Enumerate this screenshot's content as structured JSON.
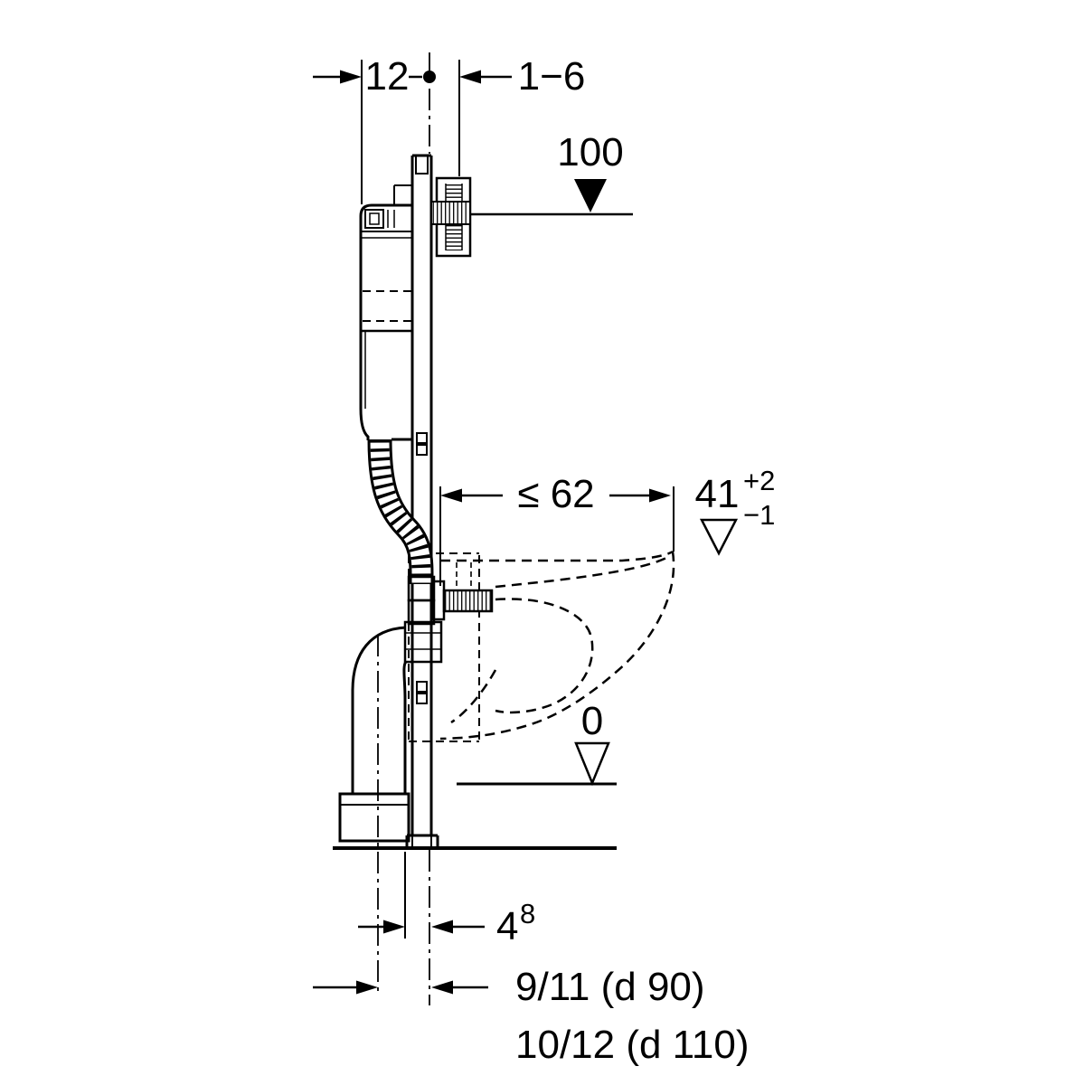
{
  "labels": {
    "frame_depth": "12",
    "wall_clearance": "1−6",
    "level_top": "100",
    "bowl_depth": "≤ 62",
    "seat_height": "41",
    "seat_height_tol_plus": "+2",
    "seat_height_tol_minus": "−1",
    "level_floor": "0",
    "pipe_offset": "4",
    "pipe_offset_sup": "8",
    "drain_dim_d90": "9/11 (d 90)",
    "drain_dim_d110": "10/12 (d 110)"
  },
  "colors": {
    "line": "#000000",
    "background": "#ffffff"
  }
}
